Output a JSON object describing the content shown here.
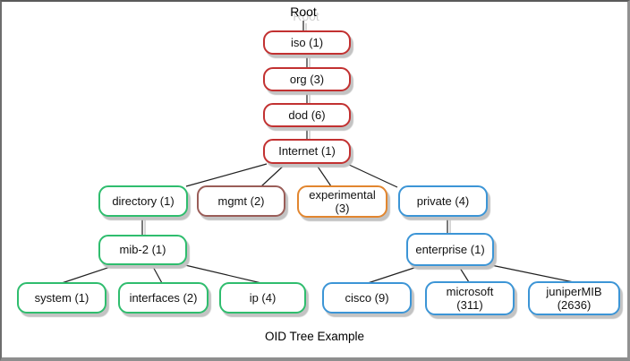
{
  "diagram": {
    "caption": "OID Tree Example",
    "root_label": "Root"
  },
  "nodes": {
    "iso": {
      "label": "iso (1)"
    },
    "org": {
      "label": "org (3)"
    },
    "dod": {
      "label": "dod (6)"
    },
    "internet": {
      "label": "Internet (1)"
    },
    "directory": {
      "label": "directory (1)"
    },
    "mgmt": {
      "label": "mgmt (2)"
    },
    "experimental": {
      "label": "experimental (3)"
    },
    "private": {
      "label": "private (4)"
    },
    "mib2": {
      "label": "mib-2 (1)"
    },
    "enterprise": {
      "label": "enterprise (1)"
    },
    "system": {
      "label": "system (1)"
    },
    "interfaces": {
      "label": "interfaces (2)"
    },
    "ip": {
      "label": "ip (4)"
    },
    "cisco": {
      "label": "cisco (9)"
    },
    "microsoft": {
      "label": "microsoft (311)"
    },
    "junipermib": {
      "label": "juniperMIB (2636)"
    }
  },
  "colors": {
    "red": "#c23131",
    "maroon": "#9a5d58",
    "green": "#2fbd6e",
    "orange": "#e2862f",
    "blue": "#3c95d6",
    "line": "#202020",
    "line_shadow": "#c8c8c8"
  }
}
